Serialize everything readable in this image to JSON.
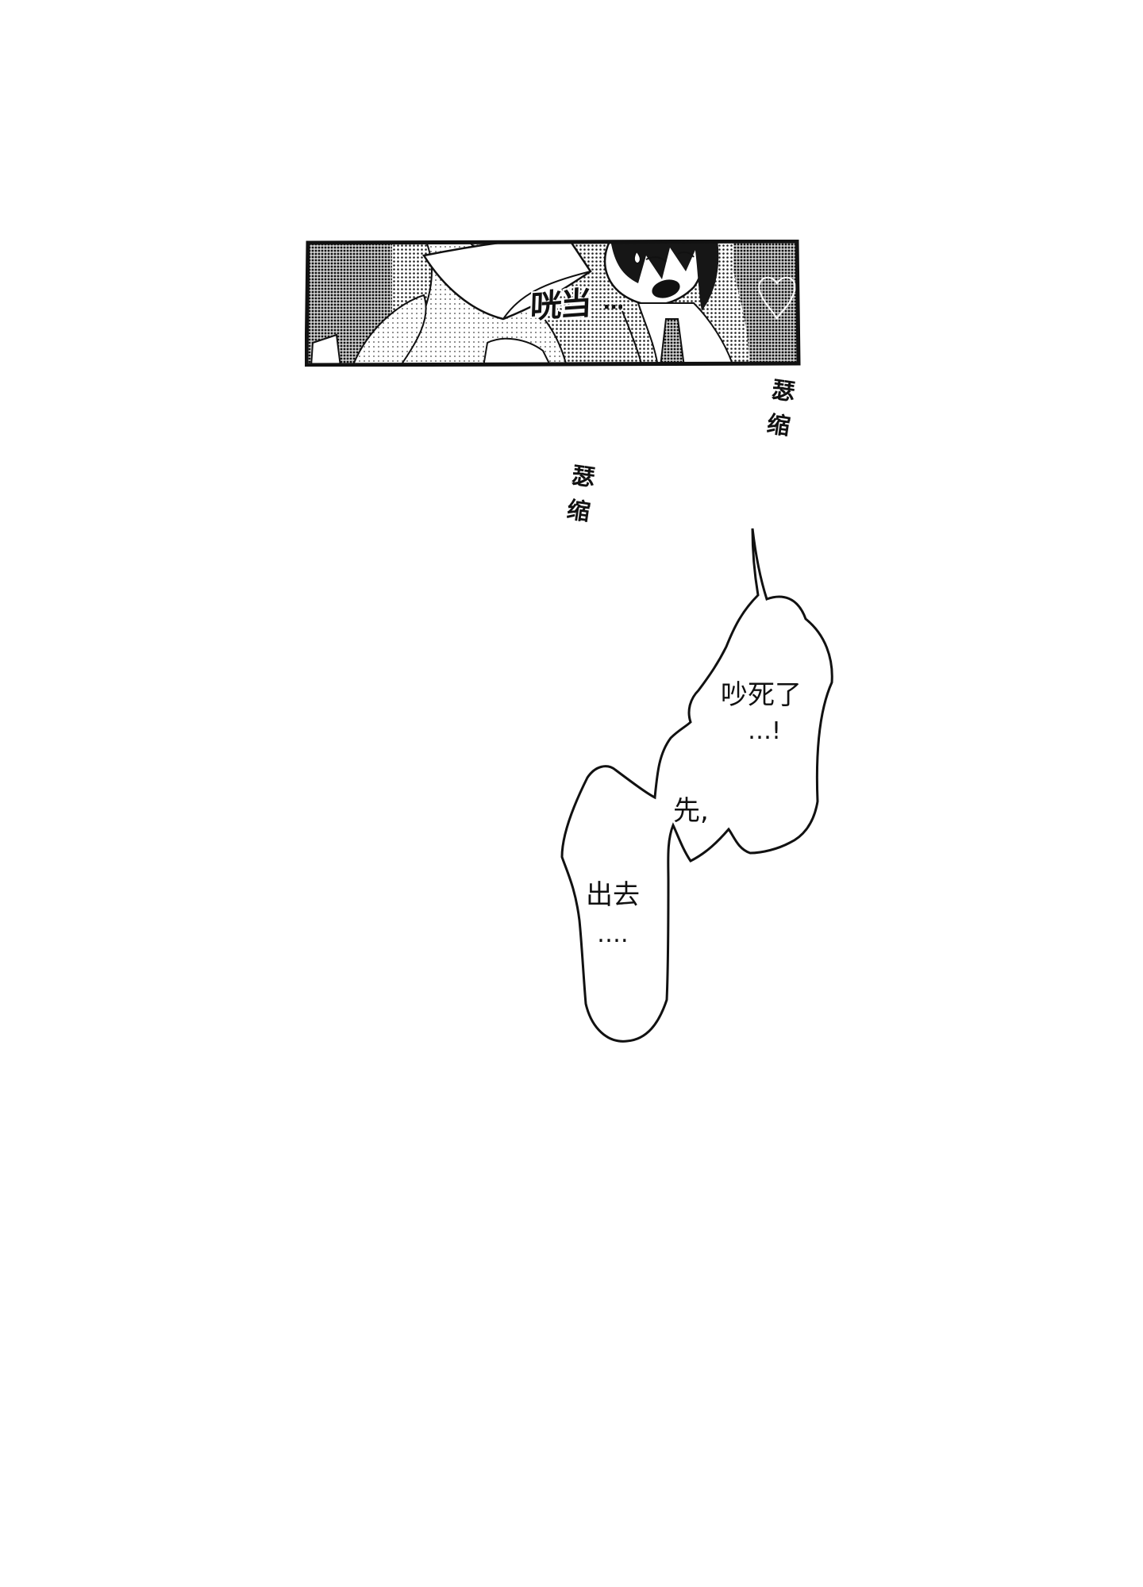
{
  "panel": {
    "sfx_clang": "咣当",
    "sfx_clang_dots": "…"
  },
  "sfx": {
    "shrink_top_1": "瑟",
    "shrink_bottom_1": "缩",
    "shrink_top_2": "瑟",
    "shrink_bottom_2": "缩"
  },
  "bubble": {
    "line1": "吵死了",
    "line2": "…!",
    "line3": "先,",
    "line4": "出去",
    "line5": "…."
  }
}
